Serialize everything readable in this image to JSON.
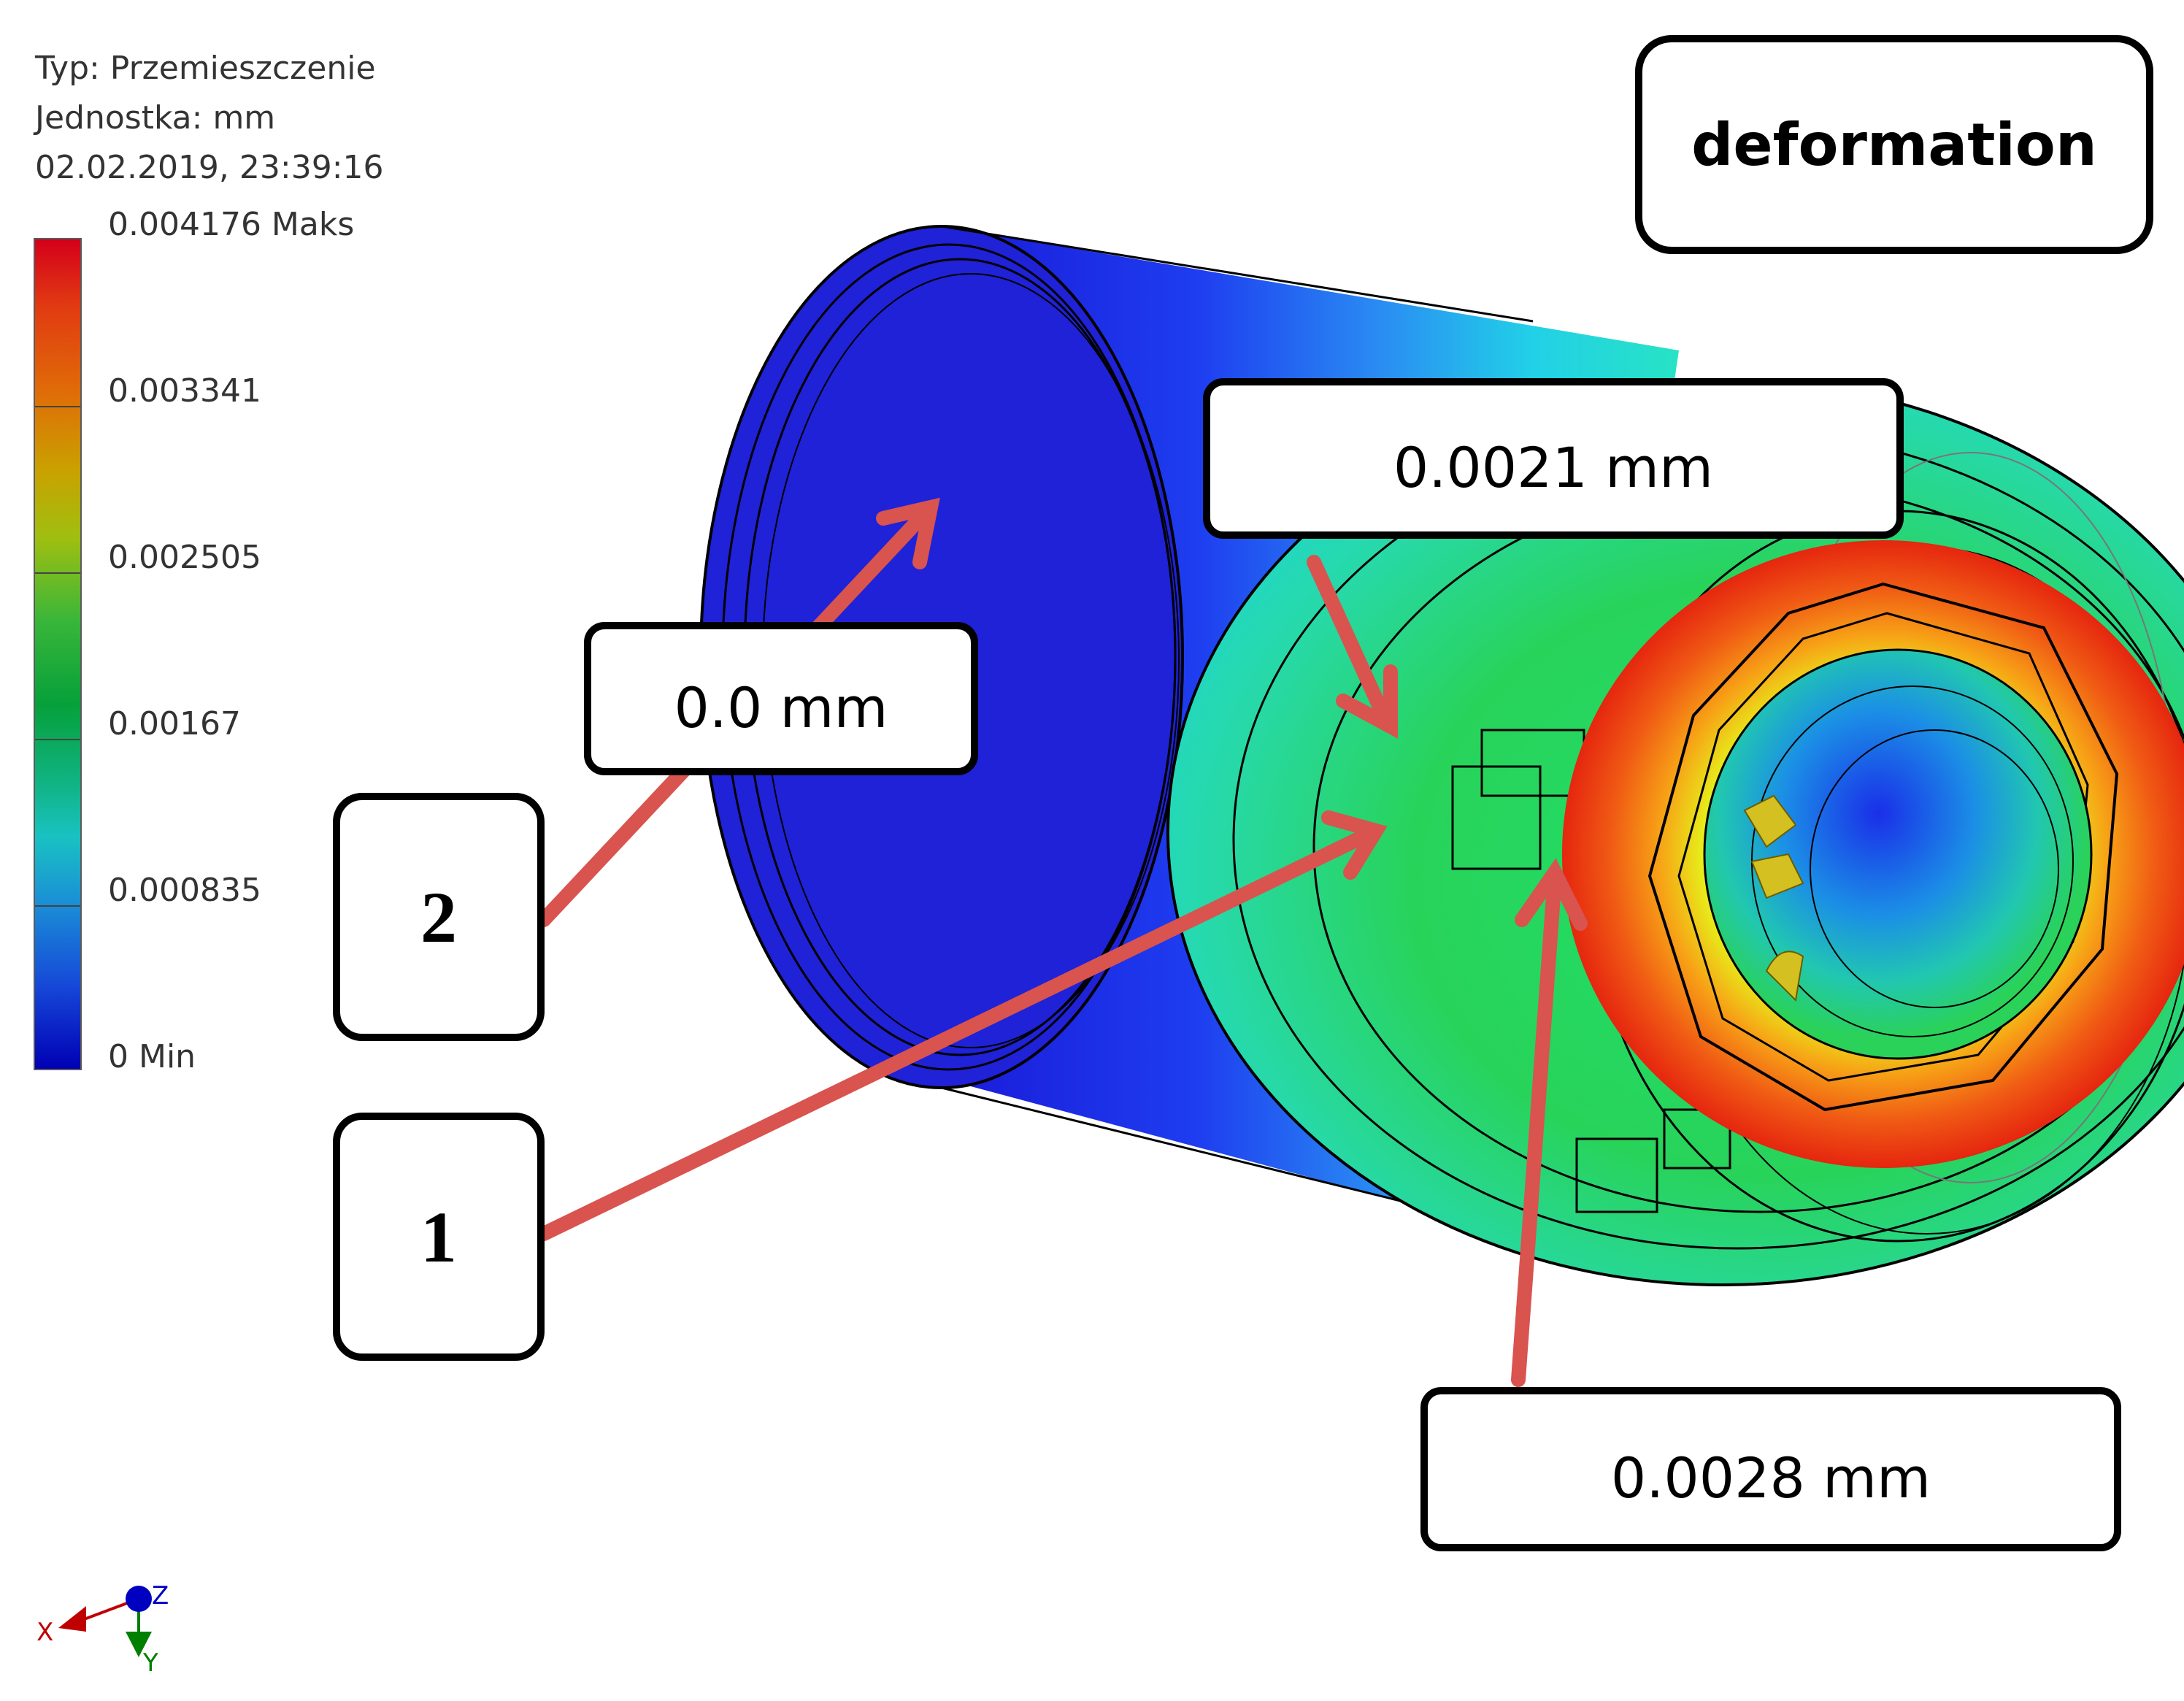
{
  "legend": {
    "type_line": "Typ: Przemieszczenie",
    "unit_line": "Jednostka: mm",
    "timestamp": "02.02.2019, 23:39:16",
    "ticks": [
      "0.004176 Maks",
      "0.003341",
      "0.002505",
      "0.00167",
      "0.000835",
      "0 Min"
    ]
  },
  "title_box": {
    "label": "deformation"
  },
  "callouts": {
    "c_00": "0.0 mm",
    "c_0021": "0.0021 mm",
    "c_0028": "0.0028 mm",
    "marker_1": "1",
    "marker_2": "2"
  },
  "axis_triad": {
    "x_label": "X",
    "y_label": "Y",
    "z_label": "Z"
  },
  "colors": {
    "arrow": "#d9534f",
    "max": "#d4001a",
    "min": "#0000b4",
    "box_border": "#000000"
  }
}
